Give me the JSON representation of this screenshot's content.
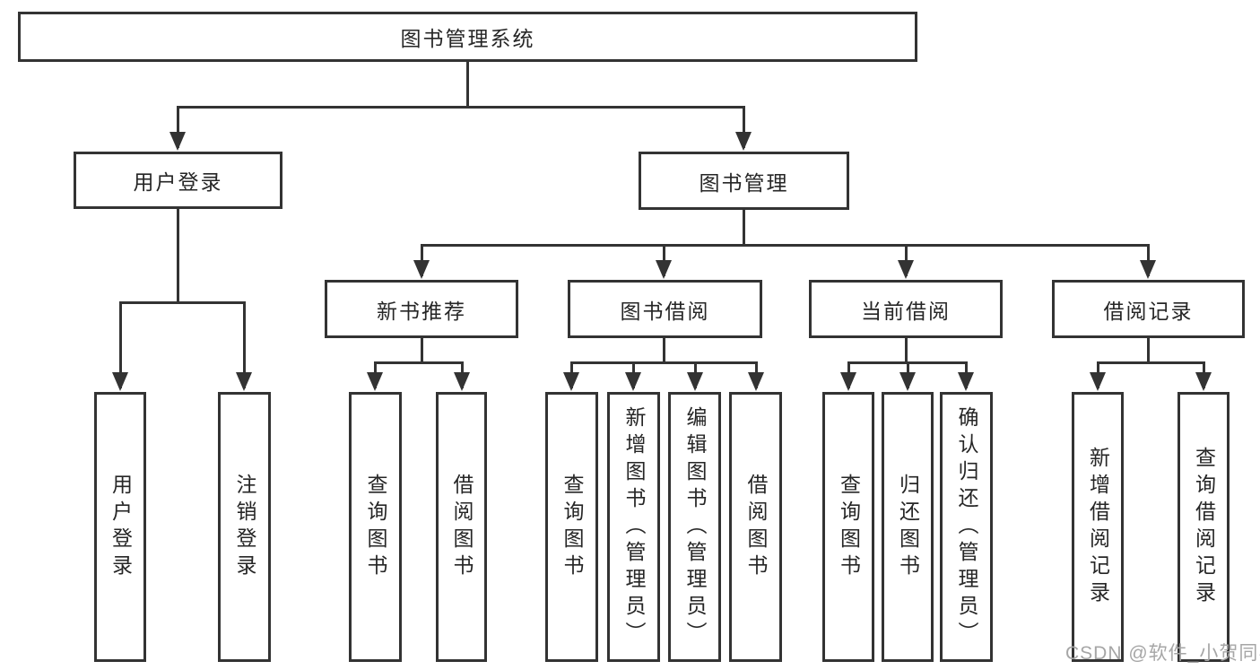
{
  "diagram": {
    "title": "图书管理系统",
    "watermark": "CSDN @软件_小贺同学",
    "colors": {
      "line": "#333333",
      "text": "#262626",
      "background": "#ffffff",
      "watermark": "#a6a6a6"
    },
    "nodes": [
      {
        "id": "root",
        "label": "图书管理系统",
        "parent": null,
        "orientation": "horizontal"
      },
      {
        "id": "user-login",
        "label": "用户登录",
        "parent": "root",
        "orientation": "horizontal"
      },
      {
        "id": "book-mgmt",
        "label": "图书管理",
        "parent": "root",
        "orientation": "horizontal"
      },
      {
        "id": "new-book-rec",
        "label": "新书推荐",
        "parent": "book-mgmt",
        "orientation": "horizontal"
      },
      {
        "id": "book-borrow",
        "label": "图书借阅",
        "parent": "book-mgmt",
        "orientation": "horizontal"
      },
      {
        "id": "current-borrow",
        "label": "当前借阅",
        "parent": "book-mgmt",
        "orientation": "horizontal"
      },
      {
        "id": "borrow-records",
        "label": "借阅记录",
        "parent": "book-mgmt",
        "orientation": "horizontal"
      },
      {
        "id": "leaf-user-login",
        "label": "用户登录",
        "parent": "user-login",
        "orientation": "vertical"
      },
      {
        "id": "leaf-logout",
        "label": "注销登录",
        "parent": "user-login",
        "orientation": "vertical"
      },
      {
        "id": "leaf-nbr-query",
        "label": "查询图书",
        "parent": "new-book-rec",
        "orientation": "vertical"
      },
      {
        "id": "leaf-nbr-borrow",
        "label": "借阅图书",
        "parent": "new-book-rec",
        "orientation": "vertical"
      },
      {
        "id": "leaf-bb-query",
        "label": "查询图书",
        "parent": "book-borrow",
        "orientation": "vertical"
      },
      {
        "id": "leaf-bb-add",
        "label": "新增图书（管理员）",
        "parent": "book-borrow",
        "orientation": "vertical"
      },
      {
        "id": "leaf-bb-edit",
        "label": "编辑图书（管理员）",
        "parent": "book-borrow",
        "orientation": "vertical"
      },
      {
        "id": "leaf-bb-borrow",
        "label": "借阅图书",
        "parent": "book-borrow",
        "orientation": "vertical"
      },
      {
        "id": "leaf-cb-query",
        "label": "查询图书",
        "parent": "current-borrow",
        "orientation": "vertical"
      },
      {
        "id": "leaf-cb-return",
        "label": "归还图书",
        "parent": "current-borrow",
        "orientation": "vertical"
      },
      {
        "id": "leaf-cb-confirm",
        "label": "确认归还（管理员）",
        "parent": "current-borrow",
        "orientation": "vertical"
      },
      {
        "id": "leaf-br-add",
        "label": "新增借阅记录",
        "parent": "borrow-records",
        "orientation": "vertical"
      },
      {
        "id": "leaf-br-query",
        "label": "查询借阅记录",
        "parent": "borrow-records",
        "orientation": "vertical"
      }
    ]
  }
}
